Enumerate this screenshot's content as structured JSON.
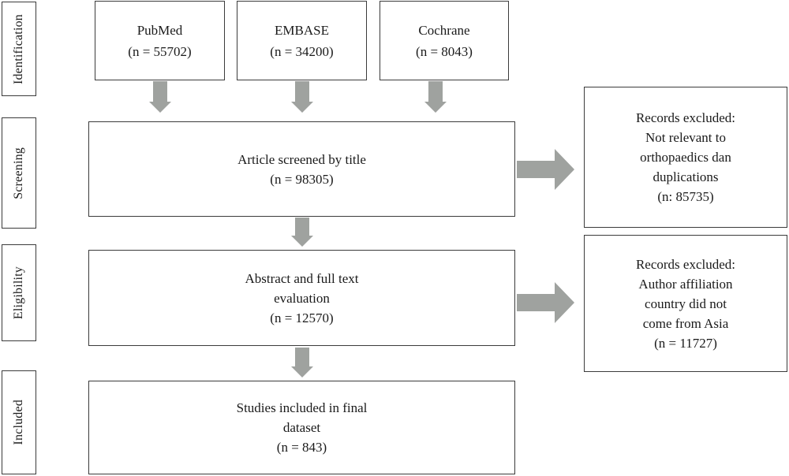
{
  "stages": {
    "identification": "Identification",
    "screening": "Screening",
    "eligibility": "Eligibility",
    "included": "Included"
  },
  "sources": [
    {
      "name": "PubMed",
      "count": "(n = 55702)"
    },
    {
      "name": "EMBASE",
      "count": "(n = 34200)"
    },
    {
      "name": "Cochrane",
      "count": "(n = 8043)"
    }
  ],
  "screened": {
    "lines": [
      "Article screened by title",
      "(n = 98305)"
    ]
  },
  "excluded_screening": {
    "lines": [
      "Records excluded:",
      "Not relevant to",
      "orthopaedics dan",
      "duplications",
      "(n: 85735)"
    ]
  },
  "assessed": {
    "lines": [
      "Abstract and full text",
      "evaluation",
      "(n = 12570)"
    ]
  },
  "excluded_eligibility": {
    "lines": [
      "Records excluded:",
      "Author affiliation",
      "country did not",
      "come from Asia",
      "(n = 11727)"
    ]
  },
  "included": {
    "lines": [
      "Studies included in final",
      "dataset",
      "(n = 843)"
    ]
  },
  "colors": {
    "arrow": "#9fa29f",
    "border": "#3b3b3b",
    "text": "#1a1a1a",
    "background": "#ffffff"
  }
}
